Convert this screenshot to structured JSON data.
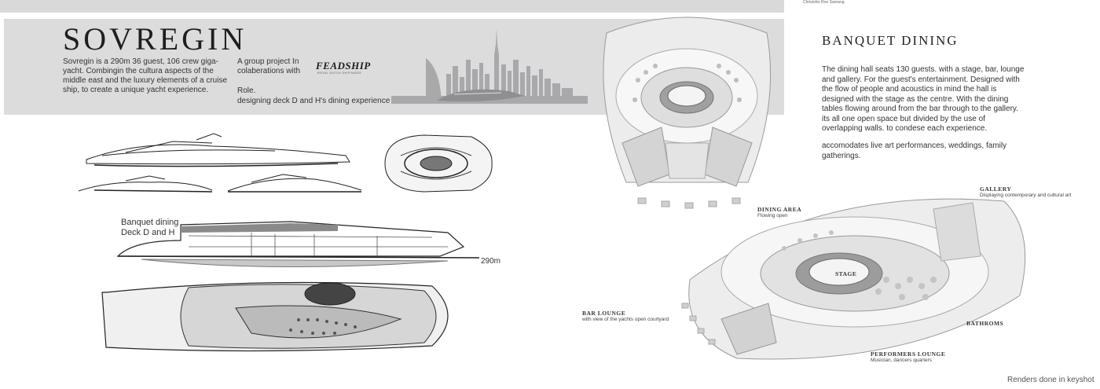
{
  "header": {
    "title": "SOVREGIN",
    "intro": "Sovregin is a 290m 36 guest, 106 crew giga-yacht. Combingin the cultura aspects of the middle east and the luxury elements of a cruise ship, to create a unique yacht experience.",
    "group_project": "A group project In colaberations with",
    "role_heading": "Role.",
    "role_text": "designing deck D and H's dining experience",
    "logo_text": "FEADSHIP",
    "logo_subtext": "ROYAL DUTCH SHIPYARDS"
  },
  "credit": "Christofer Roe Sanrang",
  "banquet": {
    "title": "BANQUET DINING",
    "description": "The dining hall seats 130 guests. with a stage, bar, lounge and gallery. For the guest's entertainment. Designed with the flow of people and acoustics in mind the hall is designed with the stage as the centre. With the dining tables flowing around from the bar through to the gallery. its all one open space but divided by the use of overlapping walls. to condese each experience.",
    "events": "accomodates live art performances, weddings, family gatherings."
  },
  "plan": {
    "banquet_label_line1": "Banquet dining",
    "banquet_label_line2": "Deck D and H",
    "length_label": "290m"
  },
  "areas": {
    "dining_area": {
      "label": "DINING AREA",
      "sub": "Flowing open"
    },
    "gallery": {
      "label": "GALLERY",
      "sub": "Displaying contemporary and cultural art"
    },
    "stage": {
      "label": "STAGE"
    },
    "bar_lounge": {
      "label": "BAR LOUNGE",
      "sub": "with view of the yachts open courtyard"
    },
    "bathrooms": {
      "label": "BATHROMS"
    },
    "performers_lounge": {
      "label": "PERFORMERS LOUNGE",
      "sub": "Musician, dancers quarters"
    }
  },
  "footer": {
    "renders_note": "Renders done in keyshot"
  },
  "colors": {
    "band": "#dcdcdd",
    "skyline": "#a9a9ab",
    "text": "#333333"
  }
}
